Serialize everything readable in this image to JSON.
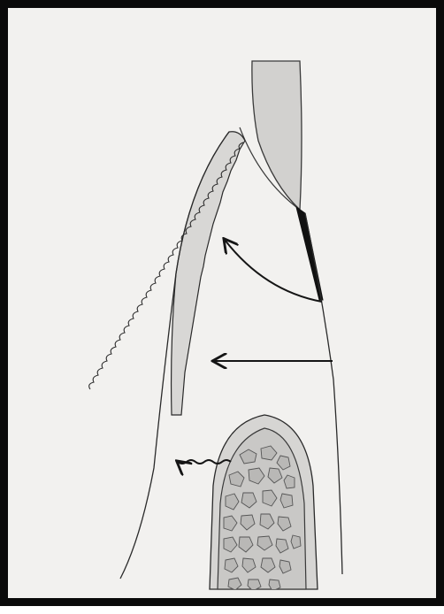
{
  "colors": {
    "frame": "#0a0a0a",
    "paper": "#f2f1ef",
    "line": "#2a2a2a",
    "arrow": "#151515",
    "tooth_fill": "#d2d1cf",
    "epithelium_fill": "#d8d7d5",
    "bone_fill": "#c9c8c6",
    "cancellous_fill": "#bcbbb9",
    "junctional_fill": "#111111"
  },
  "elements": {
    "tooth": "tooth-crown-shading",
    "gingiva": "gingival-outline",
    "epithelium": "oral-epithelium-with-rete-ridges",
    "junction": "junctional-epithelium",
    "bone": "alveolar-bone-crest",
    "arrows": [
      "curved-arrow",
      "straight-arrow",
      "wavy-arrow"
    ]
  }
}
